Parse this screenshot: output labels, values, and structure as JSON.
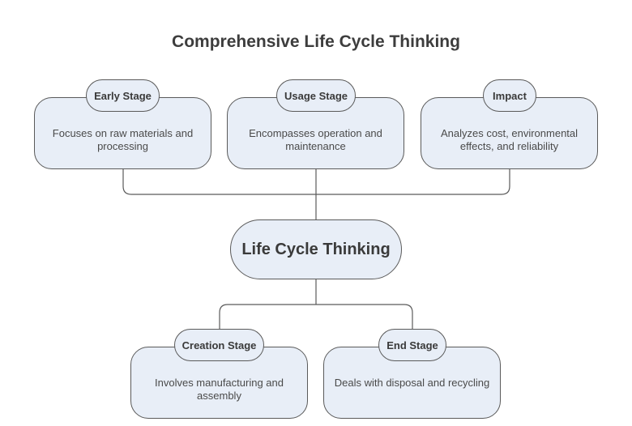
{
  "title": "Comprehensive Life Cycle Thinking",
  "center": "Life Cycle Thinking",
  "top_stages": [
    {
      "label": "Early Stage",
      "description": "Focuses on raw materials and processing"
    },
    {
      "label": "Usage Stage",
      "description": "Encompasses operation and maintenance"
    },
    {
      "label": "Impact",
      "description": "Analyzes cost, environmental effects, and reliability"
    }
  ],
  "bottom_stages": [
    {
      "label": "Creation Stage",
      "description": "Involves manufacturing and assembly"
    },
    {
      "label": "End Stage",
      "description": "Deals with disposal and recycling"
    }
  ],
  "colors": {
    "node_fill": "#e8eef7",
    "stroke": "#5a5a5a",
    "text": "#3a3a3a"
  }
}
